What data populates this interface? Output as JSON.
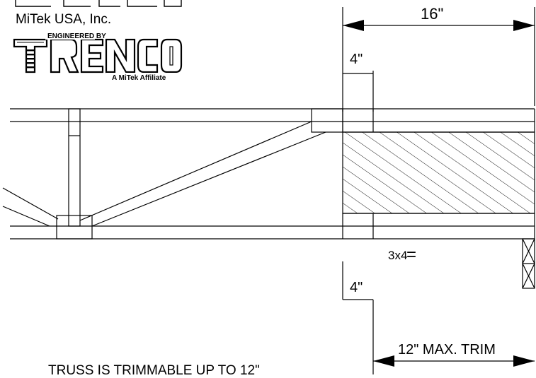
{
  "header": {
    "company": "MiTek USA, Inc.",
    "engineered_by": "ENGINEERED BY",
    "logo_word": "TRENCO",
    "affiliate": "A MiTek Affiliate"
  },
  "dimensions": {
    "top_overall": "16\"",
    "top_inner": "4\"",
    "bottom_inner": "4\"",
    "max_trim": "12\" MAX. TRIM"
  },
  "plate_label": "3x4",
  "plate_symbol": "=",
  "note": "TRUSS IS TRIMMABLE UP TO 12\""
}
